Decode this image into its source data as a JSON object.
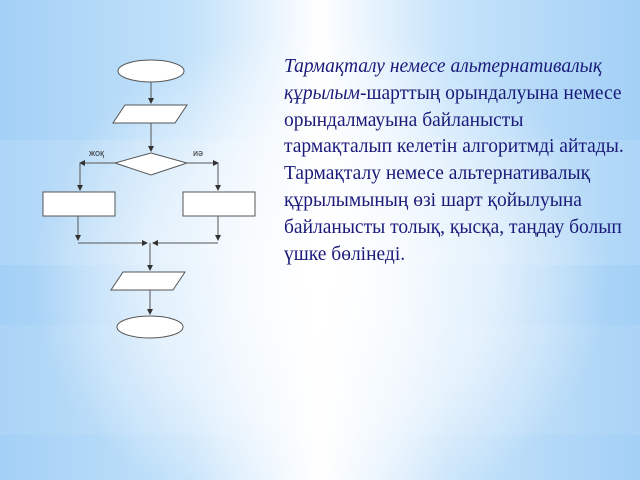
{
  "slide": {
    "flowchart": {
      "labels": {
        "no": "жоқ",
        "yes": "иә"
      },
      "shapes": [
        "start-oval",
        "input-parallelogram",
        "decision-diamond",
        "process-box-left",
        "process-box-right",
        "output-parallelogram",
        "end-oval"
      ]
    },
    "text": {
      "italic_part": "Тармақталу немесе альтернативалық құрылым-",
      "line1_normal": "шарттың орындалуына немесе орындалмауына байланысты тармақталып келетін алгоритмді айтады.",
      "paragraph2": "Тармақталу немесе альтернативалық құрылымының өзі шарт қойылуына байланысты толық, қысқа, таңдау болып үшке бөлінеді."
    },
    "colors": {
      "text": "#1a1a7a",
      "background": "#a6d3f7",
      "shape_stroke": "#444444"
    }
  }
}
